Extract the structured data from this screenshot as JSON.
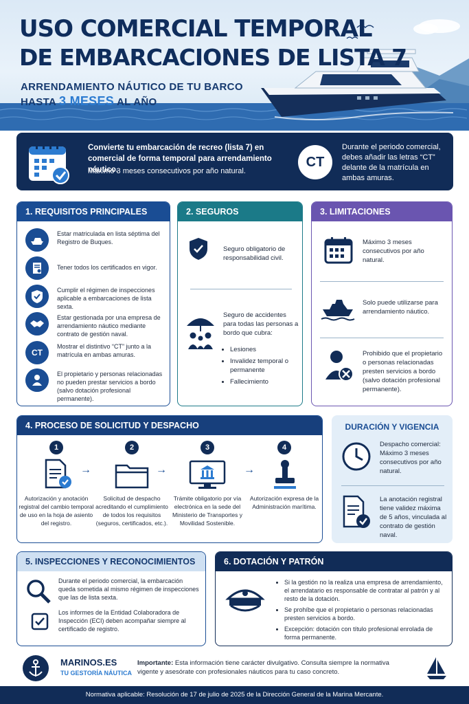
{
  "header": {
    "title_line1": "USO COMERCIAL TEMPORAL",
    "title_line2": "DE EMBARCACIONES DE LISTA 7",
    "subtitle_line1": "ARRENDAMIENTO NÁUTICO DE TU BARCO",
    "subtitle_line2_pre": "HASTA ",
    "subtitle_line2_hl": "3 MESES",
    "subtitle_line2_post": " AL AÑO"
  },
  "banner": {
    "text1": "Convierte tu embarcación de recreo (lista 7) en comercial de forma temporal para arrendamiento náutico.",
    "text2": "Máximo 3 meses consecutivos por año natural.",
    "ct_badge": "CT",
    "text3": "Durante el periodo comercial, debes añadir las letras “CT” delante de la matrícula en ambas amuras."
  },
  "section1": {
    "title": "1.  REQUISITOS PRINCIPALES",
    "items": [
      "Estar matriculada en lista séptima del Registro de Buques.",
      "Tener todos los certificados en vigor.",
      "Cumplir el régimen de inspecciones aplicable a embarcaciones de lista sexta.",
      "Estar gestionada por una empresa de arrendamiento náutico mediante contrato de gestión naval.",
      "Mostrar el distintivo “CT” junto a la matrícula en ambas amuras.",
      "El propietario y personas relacionadas no pueden prestar servicios a bordo (salvo dotación profesional permanente)."
    ],
    "ct_icon": "CT"
  },
  "section2": {
    "title": "2.  SEGUROS OBLIGATORIOS",
    "insurance1": "Seguro obligatorio de responsabilidad civil.",
    "insurance2": "Seguro de accidentes para todas las personas a bordo que cubra:",
    "coverage": [
      "Lesiones",
      "Invalidez temporal o permanente",
      "Fallecimiento"
    ]
  },
  "section3": {
    "title": "3.  LIMITACIONES",
    "items": [
      "Máximo 3 meses consecutivos por año natural.",
      "Solo puede utilizarse para arrendamiento náutico.",
      "Prohibido que el propietario o personas relacionadas presten servicios a bordo (salvo dotación profesional permanente)."
    ]
  },
  "section4": {
    "title": "4.  PROCESO DE SOLICITUD Y DESPACHO",
    "steps": [
      {
        "num": "1",
        "text": "Autorización y anotación registral del cambio temporal de uso en la hoja de asiento del registro."
      },
      {
        "num": "2",
        "text": "Solicitud de despacho acreditando el cumplimiento de todos los requisitos (seguros, certificados, etc.)."
      },
      {
        "num": "3",
        "text": "Trámite obligatorio por vía electrónica en la sede del Ministerio de Transportes y Movilidad Sostenible."
      },
      {
        "num": "4",
        "text": "Autorización expresa de la Administración marítima."
      }
    ]
  },
  "duration": {
    "title": "DURACIÓN Y VIGENCIA",
    "text1": "Despacho comercial: Máximo 3 meses consecutivos por año natural.",
    "text2": "La anotación registral tiene validez máxima de 5 años, vinculada al contrato de gestión naval."
  },
  "section5": {
    "title": "5.  INSPECCIONES Y RECONOCIMIENTOS",
    "text1": "Durante el periodo comercial, la embarcación queda sometida al mismo régimen de inspecciones que las de lista sexta.",
    "text2": "Los informes de la Entidad Colaboradora de Inspección (ECI) deben acompañar siempre al certificado de registro."
  },
  "section6": {
    "title": "6.  DOTACIÓN Y PATRÓN",
    "items": [
      "Si la gestión no la realiza una empresa de arrendamiento, el arrendatario es responsable de contratar al patrón y al resto de la dotación.",
      "Se prohíbe que el propietario o personas relacionadas presten servicios a bordo.",
      "Excepción: dotación con título profesional enrolada de forma permanente."
    ]
  },
  "footer": {
    "brand": "MARINOS.ES",
    "tagline": "TU GESTORÍA NÁUTICA",
    "note_bold": "Importante:",
    "note": " Esta información tiene carácter divulgativo. Consulta siempre la normativa vigente y asesórate con profesionales náuticos para tu caso concreto.",
    "legal": "Normativa aplicable: Resolución de 17 de julio de 2025 de la Dirección General de la Marina Mercante."
  },
  "colors": {
    "navy": "#112c57",
    "blue": "#1a4d94",
    "teal": "#1b7a88",
    "purple": "#6a55b0",
    "accent": "#2c7bd0"
  }
}
